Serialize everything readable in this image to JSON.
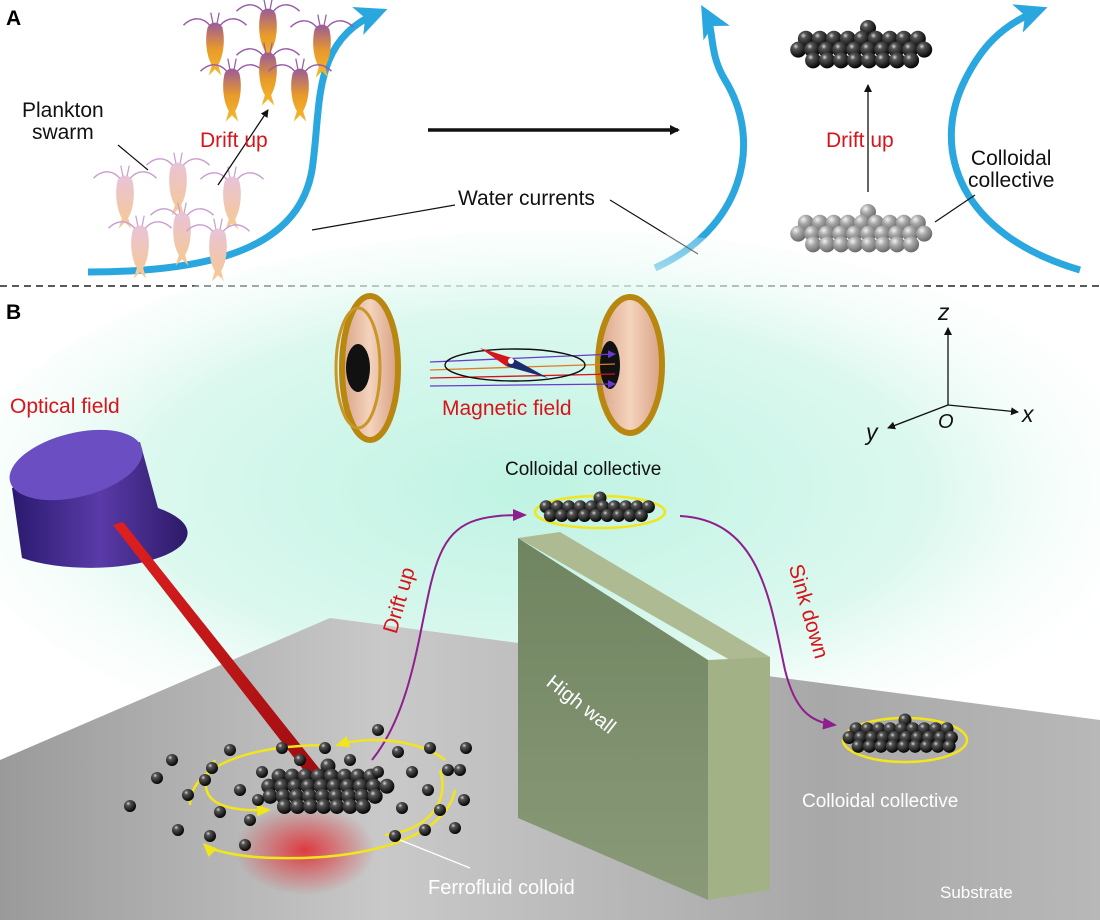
{
  "panel_a": {
    "letter": "A",
    "plankton_swarm": "Plankton\nswarm",
    "drift_up_left": "Drift up",
    "drift_up_right": "Drift up",
    "water_currents": "Water currents",
    "colloidal_collective": "Colloidal\ncollective"
  },
  "panel_b": {
    "letter": "B",
    "optical_field": "Optical field",
    "magnetic_field": "Magnetic field",
    "colloidal_collective_top": "Colloidal collective",
    "drift_up": "Drift up",
    "sink_down": "Sink down",
    "high_wall": "High wall",
    "colloidal_collective_right": "Colloidal collective",
    "ferrofluid_colloid": "Ferrofluid colloid",
    "substrate": "Substrate",
    "axes": {
      "z": "z",
      "y": "y",
      "x": "x",
      "origin": "O"
    }
  },
  "colors": {
    "current_blue": "#2aa7df",
    "label_red": "#d8141a",
    "trajectory_purple": "#8e1f8c",
    "rotation_yellow": "#f2e51a",
    "wall_green": "#7f8f6c",
    "laser_red": "#c8141a",
    "coil_copper": "#e8b79a",
    "glow_cyan": "#c9f3e6"
  }
}
